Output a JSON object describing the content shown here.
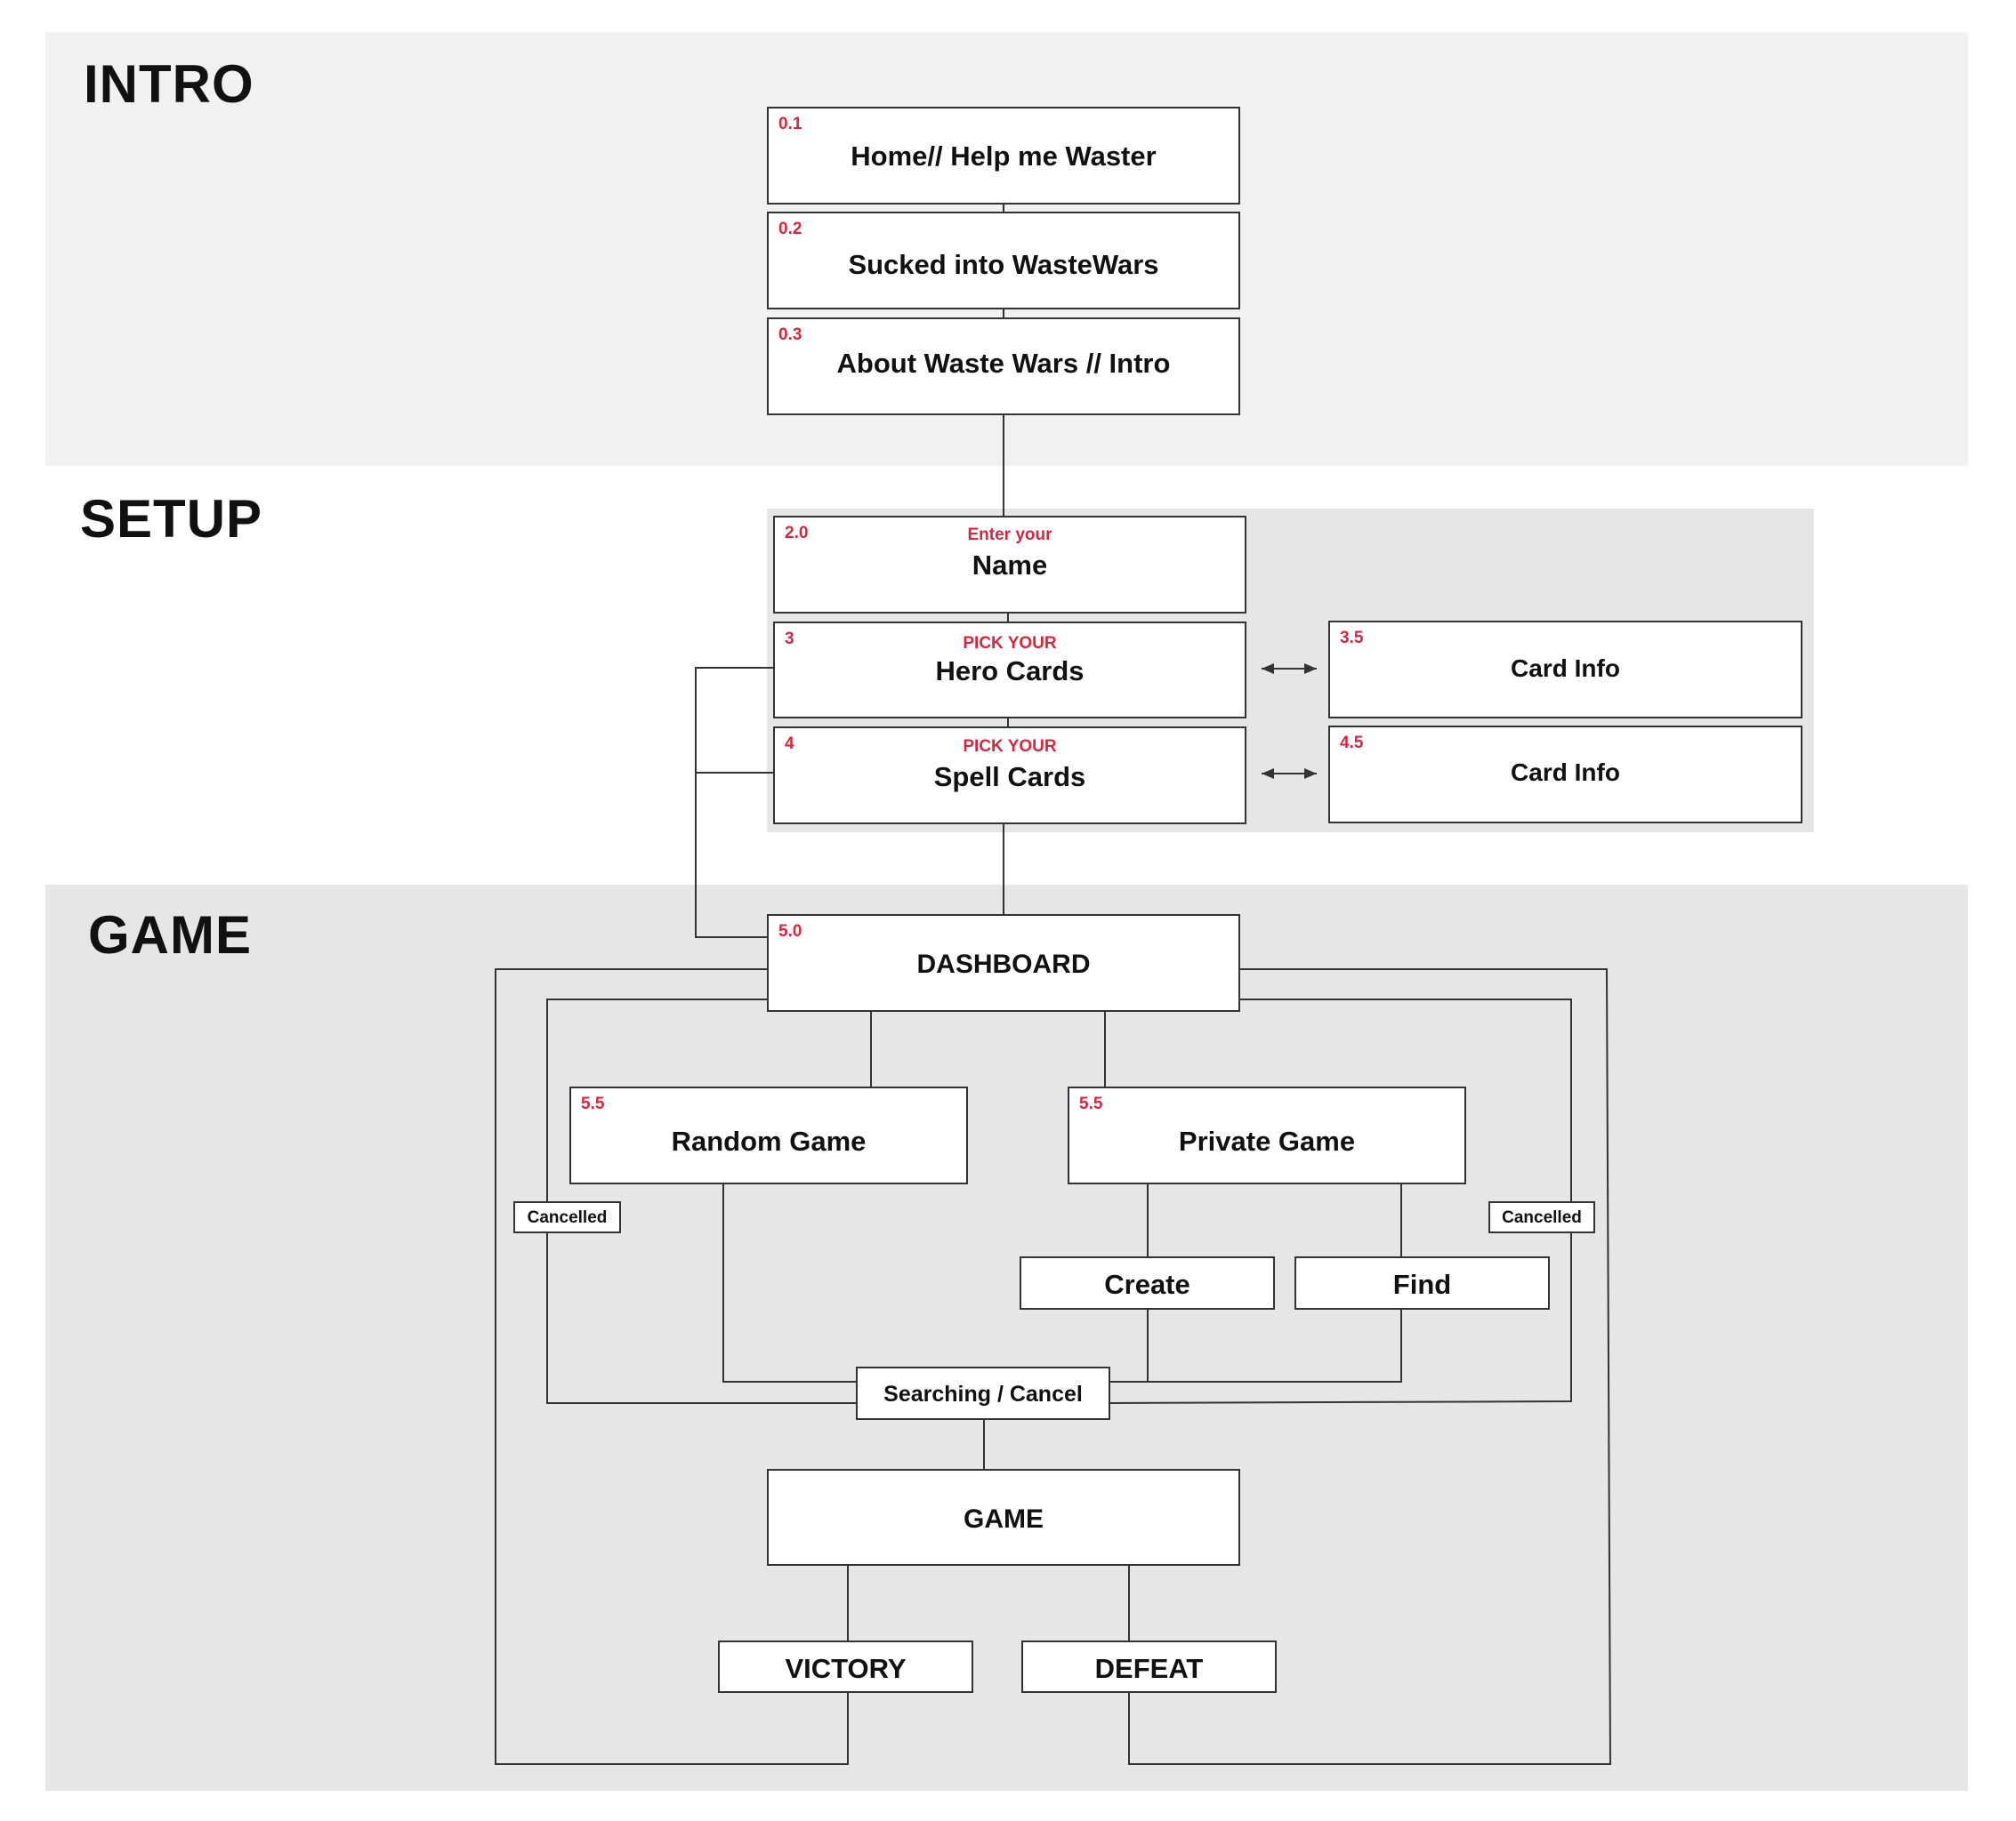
{
  "colors": {
    "band_light": "#f1f1f1",
    "band_mid": "#e6e6e6",
    "node_number": "#d7263d",
    "node_border": "#333333",
    "connector": "#333333"
  },
  "sections": {
    "intro": "INTRO",
    "setup": "SETUP",
    "game": "GAME"
  },
  "nodes": {
    "home": {
      "num": "0.1",
      "label": "Home// Help me Waster"
    },
    "sucked": {
      "num": "0.2",
      "label": "Sucked into WasteWars"
    },
    "about": {
      "num": "0.3",
      "label": "About Waste Wars // Intro"
    },
    "name": {
      "num": "2.0",
      "pre": "Enter your",
      "label": "Name"
    },
    "hero": {
      "num": "3",
      "pre": "PICK YOUR",
      "label": "Hero Cards"
    },
    "spell": {
      "num": "4",
      "pre": "PICK YOUR",
      "label": "Spell Cards"
    },
    "card_info_hero": {
      "num": "3.5",
      "label": "Card Info"
    },
    "card_info_spell": {
      "num": "4.5",
      "label": "Card Info"
    },
    "dashboard": {
      "num": "5.0",
      "label": "DASHBOARD"
    },
    "random_game": {
      "num": "5.5",
      "label": "Random Game"
    },
    "private_game": {
      "num": "5.5",
      "label": "Private Game"
    },
    "create": {
      "label": "Create"
    },
    "find": {
      "label": "Find"
    },
    "cancelled_left": {
      "label": "Cancelled"
    },
    "cancelled_right": {
      "label": "Cancelled"
    },
    "searching": {
      "label": "Searching / Cancel"
    },
    "game": {
      "label": "GAME"
    },
    "victory": {
      "label": "VICTORY"
    },
    "defeat": {
      "label": "DEFEAT"
    }
  }
}
